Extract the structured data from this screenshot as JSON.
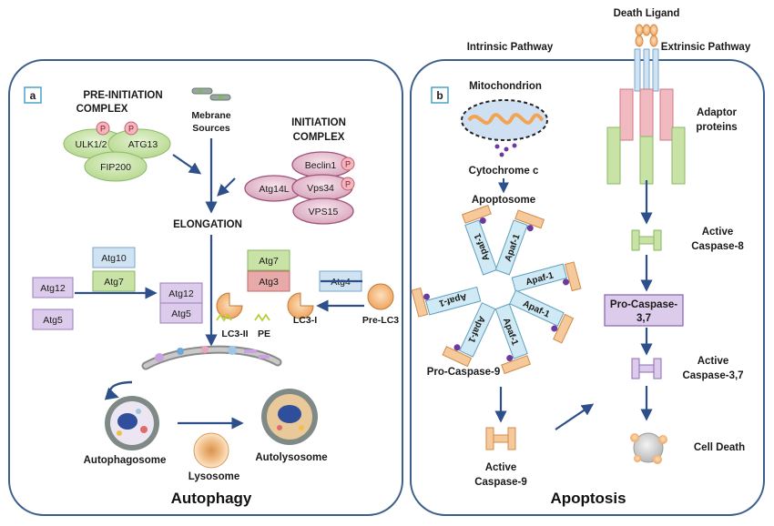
{
  "panel_a": {
    "tag": "a",
    "title": "Autophagy",
    "pre_initiation": {
      "title_line1": "PRE-INITIATION",
      "title_line2": "COMPLEX",
      "ulk": "ULK1/2",
      "atg13": "ATG13",
      "fip200": "FIP200",
      "phospho": "P"
    },
    "membrane": {
      "line1": "Mebrane",
      "line2": "Sources"
    },
    "initiation": {
      "title_line1": "INITIATION",
      "title_line2": "COMPLEX",
      "beclin": "Beclin1",
      "atg14l": "Atg14L",
      "vps34": "Vps34",
      "vps15": "VPS15",
      "phospho": "P"
    },
    "elongation": "ELONGATION",
    "proteins": {
      "atg12_left": "Atg12",
      "atg5_left": "Atg5",
      "atg10": "Atg10",
      "atg7_left": "Atg7",
      "atg12_right": "Atg12",
      "atg5_right": "Atg5",
      "atg7_right": "Atg7",
      "atg3": "Atg3",
      "atg4": "Atg4"
    },
    "lc3": {
      "lc3_ii": "LC3-II",
      "pe": "PE",
      "lc3_i": "LC3-I",
      "pre_lc3": "Pre-LC3"
    },
    "vesicles": {
      "autophagosome": "Autophagosome",
      "lysosome": "Lysosome",
      "autolysosome": "Autolysosome"
    }
  },
  "panel_b": {
    "tag": "b",
    "title": "Apoptosis",
    "intrinsic": "Intrinsic Pathway",
    "extrinsic": "Extrinsic Pathway",
    "death_ligand": "Death Ligand",
    "mitochondrion": "Mitochondrion",
    "cytochrome": "Cytochrome c",
    "apoptosome": "Apoptosome",
    "apaf": "Apaf-1",
    "pro_caspase9": "Pro-Caspase-9",
    "active_caspase9": {
      "line1": "Active",
      "line2": "Caspase-9"
    },
    "adaptor": {
      "line1": "Adaptor",
      "line2": "proteins"
    },
    "active_caspase8": {
      "line1": "Active",
      "line2": "Caspase-8"
    },
    "pro_caspase37": {
      "line1": "Pro-Caspase-",
      "line2": "3,7"
    },
    "active_caspase37": {
      "line1": "Active",
      "line2": "Caspase-3,7"
    },
    "cell_death": "Cell Death"
  },
  "colors": {
    "border": "#3b5f8a",
    "arrow": "#2d4f8a",
    "green": "#c5e3a3",
    "pink": "#e6c1cf",
    "purple": "#d4c0e6",
    "blue": "#cfe3f3",
    "peach": "#f3c89a",
    "red": "#e8a9a9"
  }
}
